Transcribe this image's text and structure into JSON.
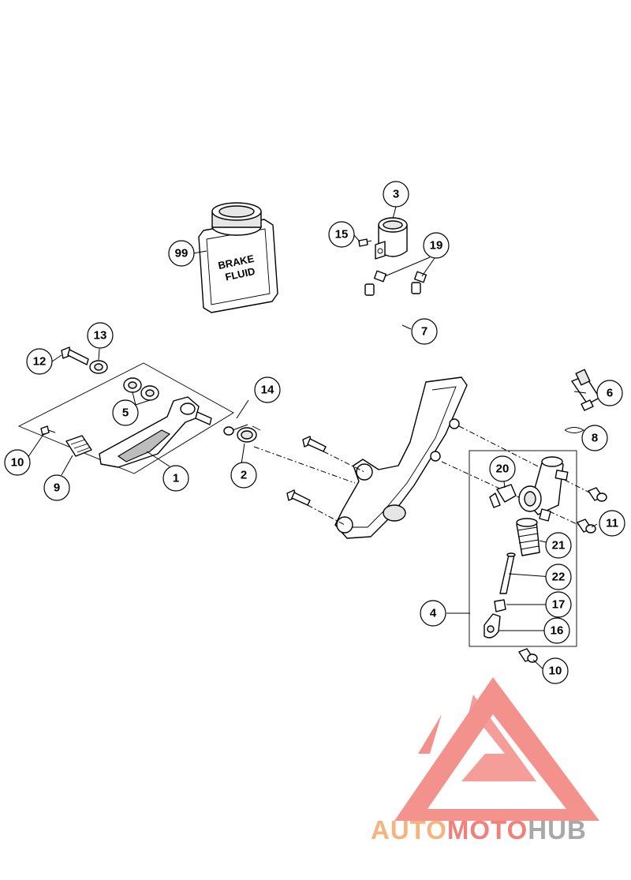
{
  "fluid_can": {
    "line1": "BRAKE",
    "line2": "FLUID"
  },
  "callouts": {
    "c1": "1",
    "c2": "2",
    "c3": "3",
    "c4": "4",
    "c5": "5",
    "c6": "6",
    "c7": "7",
    "c8": "8",
    "c9": "9",
    "c10a": "10",
    "c10b": "10",
    "c11": "11",
    "c12": "12",
    "c13": "13",
    "c14": "14",
    "c15": "15",
    "c16": "16",
    "c17": "17",
    "c19": "19",
    "c20": "20",
    "c21": "21",
    "c22": "22",
    "c99": "99"
  },
  "watermark": {
    "part1": "AUTO",
    "part2": "MOTO",
    "part3": "HUB",
    "color_auto": "#f7b37f",
    "color_moto": "#f2807a",
    "color_hub": "#a8a8a8",
    "logo_color": "#f2807a"
  }
}
